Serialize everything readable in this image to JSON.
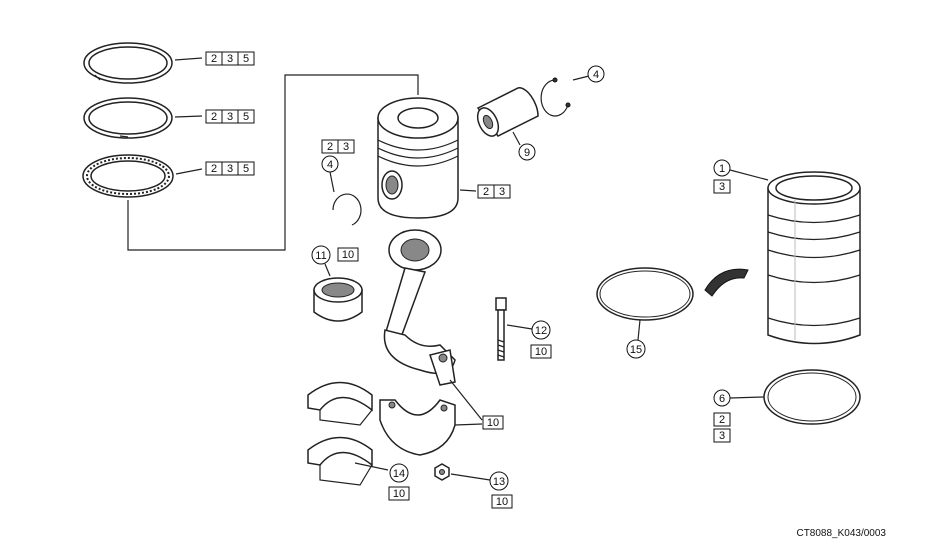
{
  "reference_code": "CT8088_K043/0003",
  "callouts": [
    {
      "id": "c1",
      "label": "1"
    },
    {
      "id": "c4a",
      "label": "4"
    },
    {
      "id": "c4b",
      "label": "4"
    },
    {
      "id": "c6",
      "label": "6"
    },
    {
      "id": "c9",
      "label": "9"
    },
    {
      "id": "c11",
      "label": "11"
    },
    {
      "id": "c12",
      "label": "12"
    },
    {
      "id": "c13",
      "label": "13"
    },
    {
      "id": "c14",
      "label": "14"
    },
    {
      "id": "c15",
      "label": "15"
    }
  ],
  "boxes": {
    "ring1": [
      "2",
      "3",
      "5"
    ],
    "ring2": [
      "2",
      "3",
      "5"
    ],
    "ring3": [
      "2",
      "3",
      "5"
    ],
    "piston": [
      "2",
      "3"
    ],
    "snap_ring": [
      "2",
      "3"
    ],
    "liner": [
      "3"
    ],
    "bearing11": [
      "10"
    ],
    "bolt12": [
      "10"
    ],
    "rod10": [
      "10"
    ],
    "nut13": [
      "10"
    ],
    "bearing14": [
      "10"
    ],
    "seal6_a": [
      "2"
    ],
    "seal6_b": [
      "3"
    ]
  }
}
